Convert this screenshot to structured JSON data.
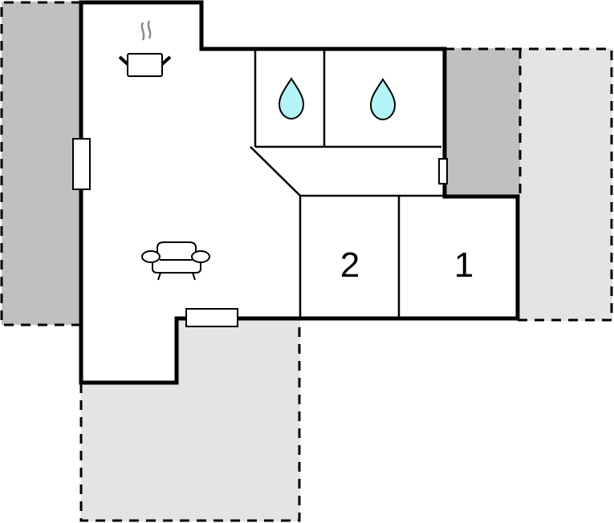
{
  "floorplan": {
    "colors": {
      "wall": "#000000",
      "interior": "#ffffff",
      "covered_terrace": "#c0c0c0",
      "open_terrace": "#e4e4e4",
      "water_icon": "#b3f4f6",
      "steam": "#8a8a8a"
    },
    "rooms": [
      {
        "id": "living-kitchen",
        "label": "",
        "icons": [
          "cooking-pot-icon",
          "armchair-icon"
        ]
      },
      {
        "id": "bathroom-1",
        "label": "",
        "icons": [
          "water-drop-icon"
        ]
      },
      {
        "id": "bathroom-2",
        "label": "",
        "icons": [
          "water-drop-icon"
        ]
      },
      {
        "id": "hallway",
        "label": ""
      },
      {
        "id": "bedroom-2",
        "label": "2"
      },
      {
        "id": "bedroom-1",
        "label": "1"
      }
    ],
    "outdoor_areas": [
      {
        "id": "terrace-left",
        "type": "covered"
      },
      {
        "id": "terrace-right-covered",
        "type": "covered"
      },
      {
        "id": "terrace-right-open",
        "type": "open"
      },
      {
        "id": "terrace-bottom",
        "type": "open"
      }
    ],
    "doors_windows": [
      {
        "id": "window-left-wall"
      },
      {
        "id": "door-right-wall"
      },
      {
        "id": "door-bottom-wall"
      }
    ]
  }
}
